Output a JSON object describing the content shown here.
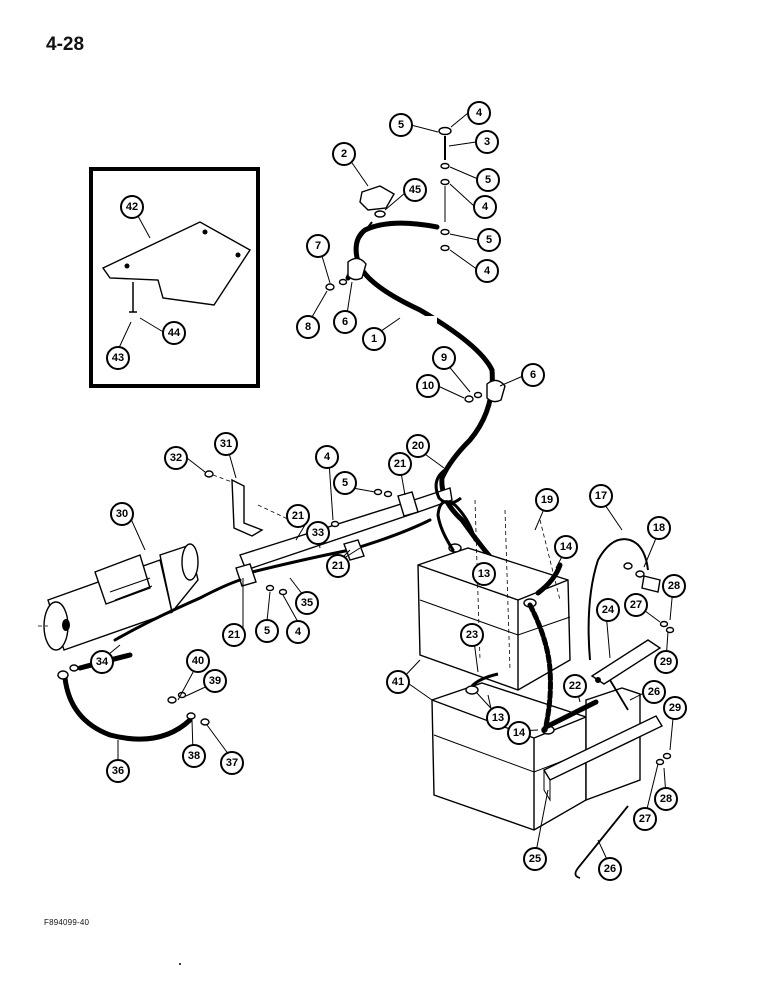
{
  "page": {
    "number": "4-28",
    "figure_code": "F894099-40"
  },
  "callouts": [
    {
      "id": "c-1",
      "label": "1"
    },
    {
      "id": "c-2",
      "label": "2"
    },
    {
      "id": "c-3",
      "label": "3"
    },
    {
      "id": "c-4a",
      "label": "4"
    },
    {
      "id": "c-4b",
      "label": "4"
    },
    {
      "id": "c-4c",
      "label": "4"
    },
    {
      "id": "c-4d",
      "label": "4"
    },
    {
      "id": "c-4e",
      "label": "4"
    },
    {
      "id": "c-5a",
      "label": "5"
    },
    {
      "id": "c-5b",
      "label": "5"
    },
    {
      "id": "c-5c",
      "label": "5"
    },
    {
      "id": "c-5d",
      "label": "5"
    },
    {
      "id": "c-5e",
      "label": "5"
    },
    {
      "id": "c-6a",
      "label": "6"
    },
    {
      "id": "c-6b",
      "label": "6"
    },
    {
      "id": "c-7",
      "label": "7"
    },
    {
      "id": "c-8",
      "label": "8"
    },
    {
      "id": "c-9",
      "label": "9"
    },
    {
      "id": "c-10",
      "label": "10"
    },
    {
      "id": "c-13a",
      "label": "13"
    },
    {
      "id": "c-13b",
      "label": "13"
    },
    {
      "id": "c-14a",
      "label": "14"
    },
    {
      "id": "c-14b",
      "label": "14"
    },
    {
      "id": "c-17",
      "label": "17"
    },
    {
      "id": "c-18",
      "label": "18"
    },
    {
      "id": "c-19",
      "label": "19"
    },
    {
      "id": "c-20",
      "label": "20"
    },
    {
      "id": "c-21a",
      "label": "21"
    },
    {
      "id": "c-21b",
      "label": "21"
    },
    {
      "id": "c-21c",
      "label": "21"
    },
    {
      "id": "c-21d",
      "label": "21"
    },
    {
      "id": "c-22",
      "label": "22"
    },
    {
      "id": "c-23",
      "label": "23"
    },
    {
      "id": "c-24",
      "label": "24"
    },
    {
      "id": "c-25",
      "label": "25"
    },
    {
      "id": "c-26a",
      "label": "26"
    },
    {
      "id": "c-26b",
      "label": "26"
    },
    {
      "id": "c-27a",
      "label": "27"
    },
    {
      "id": "c-27b",
      "label": "27"
    },
    {
      "id": "c-28a",
      "label": "28"
    },
    {
      "id": "c-28b",
      "label": "28"
    },
    {
      "id": "c-29a",
      "label": "29"
    },
    {
      "id": "c-29b",
      "label": "29"
    },
    {
      "id": "c-30",
      "label": "30"
    },
    {
      "id": "c-31",
      "label": "31"
    },
    {
      "id": "c-32",
      "label": "32"
    },
    {
      "id": "c-33",
      "label": "33"
    },
    {
      "id": "c-34",
      "label": "34"
    },
    {
      "id": "c-35",
      "label": "35"
    },
    {
      "id": "c-36",
      "label": "36"
    },
    {
      "id": "c-37",
      "label": "37"
    },
    {
      "id": "c-38",
      "label": "38"
    },
    {
      "id": "c-39",
      "label": "39"
    },
    {
      "id": "c-40",
      "label": "40"
    },
    {
      "id": "c-41",
      "label": "41"
    },
    {
      "id": "c-42",
      "label": "42"
    },
    {
      "id": "c-43",
      "label": "43"
    },
    {
      "id": "c-44",
      "label": "44"
    },
    {
      "id": "c-45",
      "label": "45"
    }
  ]
}
